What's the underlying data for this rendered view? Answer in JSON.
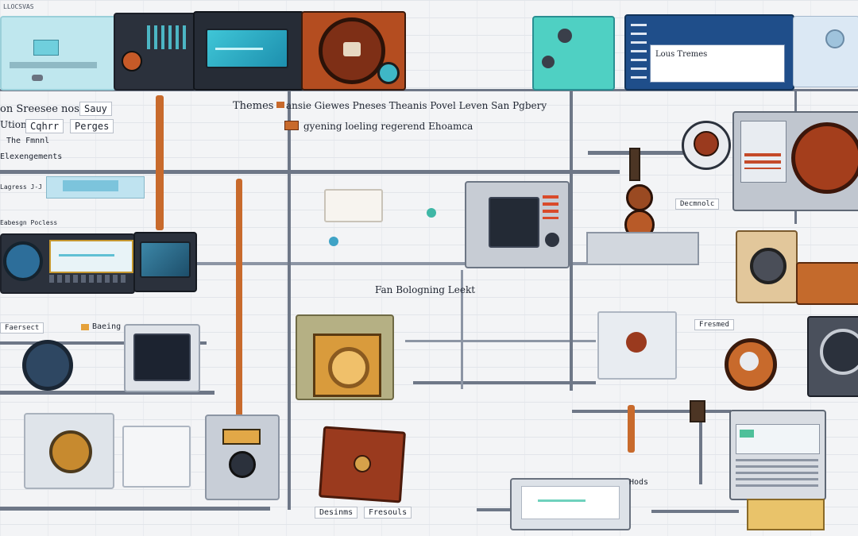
{
  "colors": {
    "background": "#f3f4f6",
    "wire": "#6e7787",
    "accent_orange": "#c86a2c",
    "screen_cyan": "#3fc6d7",
    "rust": "#9a3a1e",
    "navy": "#1f4e8a"
  },
  "header": {
    "corner_label": "LLOCSVAS"
  },
  "top_panel": {
    "input_text": "Lous Tremes"
  },
  "labels": {
    "themes": "Themes",
    "headline_row": "ansie Giewes  Pneses Theanis  Povel Leven  San Pgbery",
    "sub_row": "gyening loeling  regerend  Ehoamca",
    "left_1": "on Sreesee nos",
    "left_1b": "Sauy",
    "left_2": "Ution",
    "left_2b": "Cqhrr",
    "left_2c": "Perges",
    "left_3": "The Fmnnl",
    "left_4": "Elexengements",
    "left_5": "Lagress J-J",
    "left_6": "Eabesgn Pocless",
    "center_caption": "Fan Bologning Leekt",
    "right_label_1": "Decmnolc",
    "left_7": "Faersect",
    "left_7b": "Baeing",
    "right_label_2": "Fresmed",
    "bottom_label_1": "Desinms",
    "bottom_label_2": "Fresouls",
    "bottom_label_3": "Hods"
  },
  "icons": [
    "gear-icon",
    "dial-icon",
    "monitor-icon",
    "robot-icon",
    "cog-icon"
  ]
}
